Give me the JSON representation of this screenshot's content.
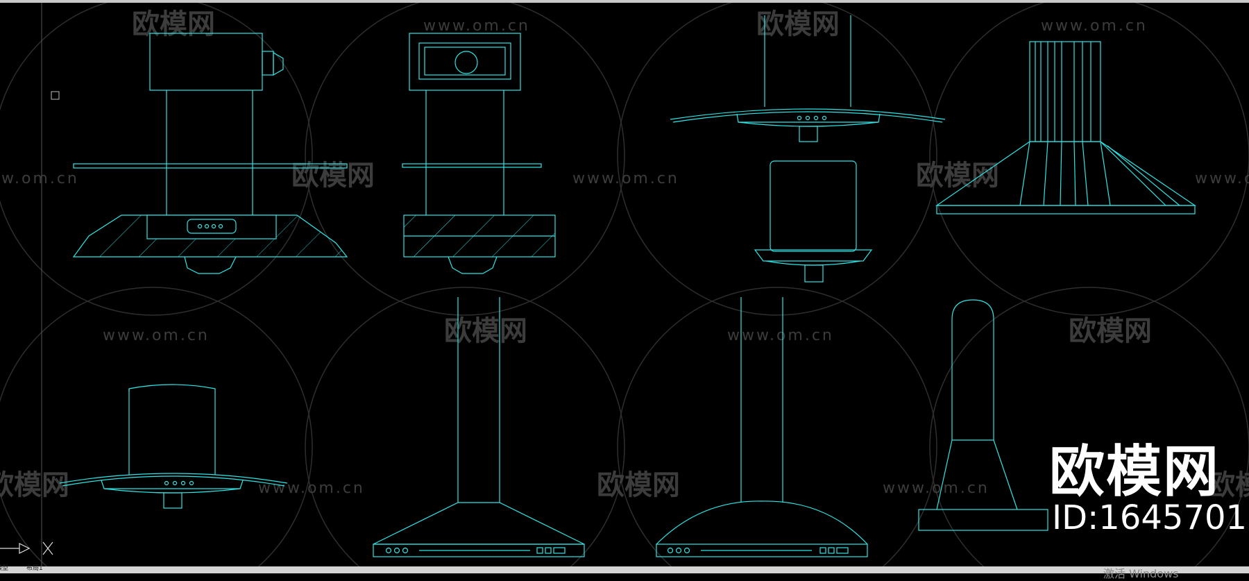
{
  "watermark": {
    "brand": "欧模网",
    "url": "www.om.cn",
    "id_text": "ID:1645701"
  },
  "layout_tabs": [
    "模型",
    "布局1"
  ],
  "os_notice": "激活 Windows",
  "colors": {
    "background": "#000000",
    "drawing_line": "#2ee6e6",
    "watermark": "#3a3a3a"
  },
  "drawings": [
    {
      "name": "range-hood-european-side-view"
    },
    {
      "name": "range-hood-european-front-view"
    },
    {
      "name": "range-hood-curved-glass-top"
    },
    {
      "name": "range-hood-pyramid-chimney"
    },
    {
      "name": "range-hood-curved-glass-small"
    },
    {
      "name": "range-hood-box-with-glass"
    },
    {
      "name": "range-hood-trapezoid-pole"
    },
    {
      "name": "range-hood-arch-pole"
    },
    {
      "name": "range-hood-arch-tower-side"
    }
  ]
}
